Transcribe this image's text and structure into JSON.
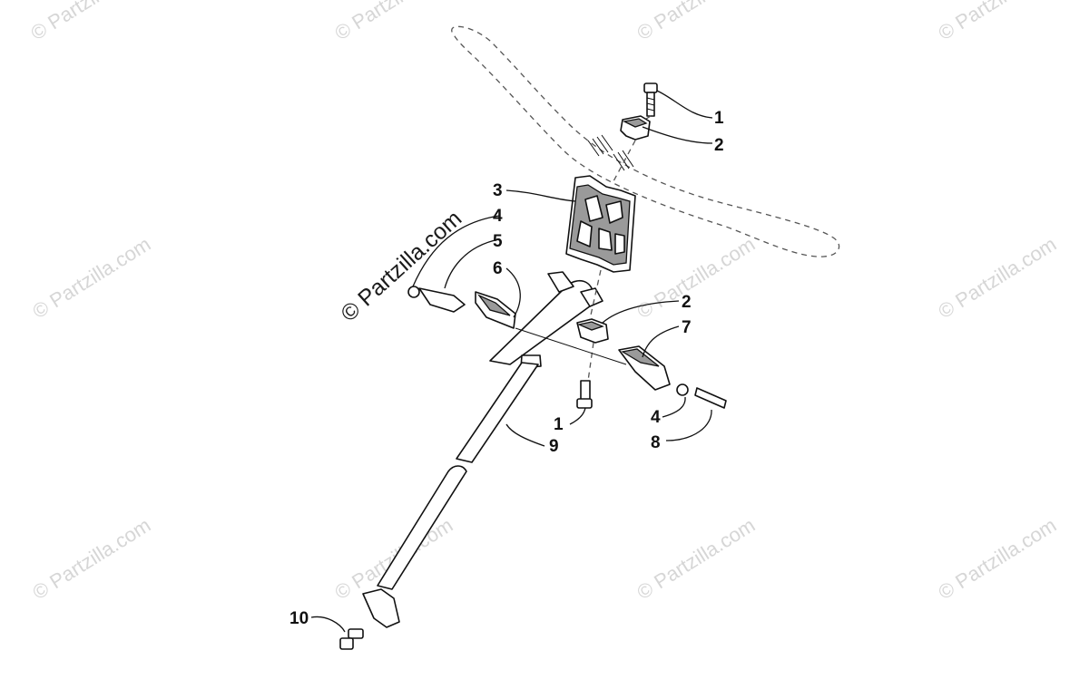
{
  "watermark": {
    "tile_text": "© Partzilla.com",
    "main_text": "© Partzilla.com"
  },
  "callouts": [
    {
      "id": "c1a",
      "label": "1"
    },
    {
      "id": "c2a",
      "label": "2"
    },
    {
      "id": "c3",
      "label": "3"
    },
    {
      "id": "c4a",
      "label": "4"
    },
    {
      "id": "c5",
      "label": "5"
    },
    {
      "id": "c6",
      "label": "6"
    },
    {
      "id": "c2b",
      "label": "2"
    },
    {
      "id": "c7",
      "label": "7"
    },
    {
      "id": "c1b",
      "label": "1"
    },
    {
      "id": "c4b",
      "label": "4"
    },
    {
      "id": "c9",
      "label": "9"
    },
    {
      "id": "c8",
      "label": "8"
    },
    {
      "id": "c10",
      "label": "10"
    }
  ],
  "colors": {
    "line": "#111111",
    "watermark": "#d6d6d6",
    "background": "#ffffff"
  }
}
